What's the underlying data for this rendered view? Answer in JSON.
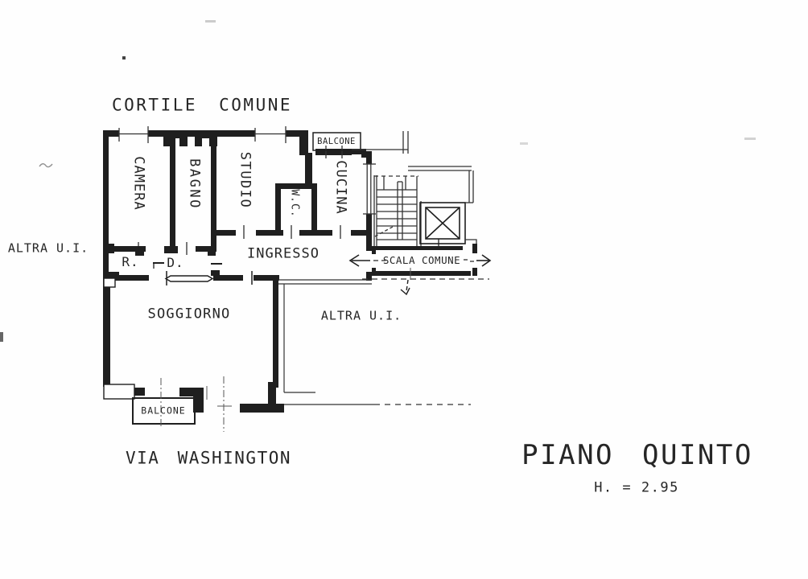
{
  "plan": {
    "courtyard": "CORTILE COMUNE",
    "street": "VIA WASHINGTON",
    "rooms": {
      "camera": "CAMERA",
      "bagno": "BAGNO",
      "studio": "STUDIO",
      "wc": "W.C.",
      "cucina": "CUCINA",
      "ingresso": "INGRESSO",
      "soggiorno": "SOGGIORNO",
      "ripostiglio_abbr": "R.",
      "disimpegno_abbr": "D."
    },
    "balconies": {
      "top": "BALCONE",
      "bottom": "BALCONE"
    },
    "common": {
      "stairs": "SCALA COMUNE"
    },
    "units": {
      "left": "ALTRA U.I.",
      "right": "ALTRA U.I."
    }
  },
  "title_block": {
    "floor": "PIANO QUINTO",
    "height_note": "H. = 2.95"
  },
  "colors": {
    "ink": "#1f1f1f",
    "line": "#333333",
    "paper": "#fefefe"
  }
}
